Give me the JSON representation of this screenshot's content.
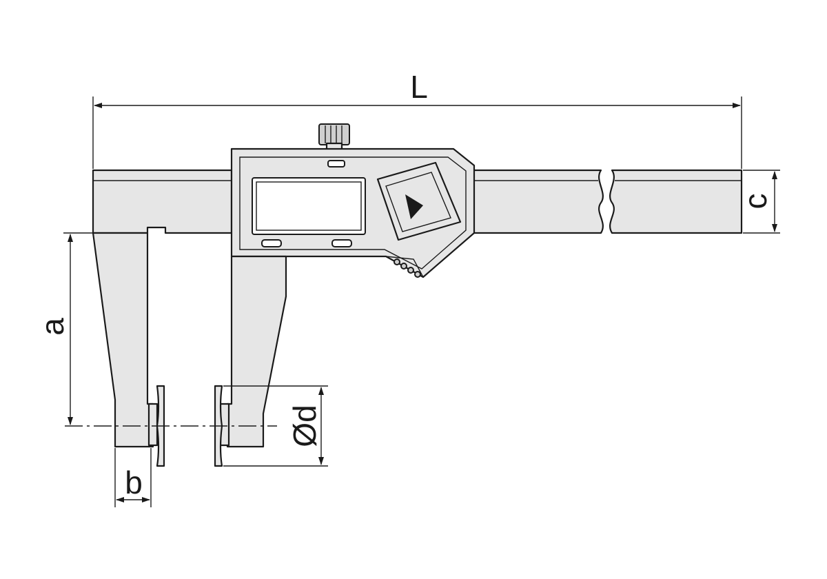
{
  "dimensions": {
    "L": "L",
    "a": "a",
    "b": "b",
    "c": "c",
    "d": "Ød"
  },
  "colors": {
    "body_fill": "#e6e6e6",
    "stroke": "#1a1a1a",
    "background": "#ffffff"
  }
}
